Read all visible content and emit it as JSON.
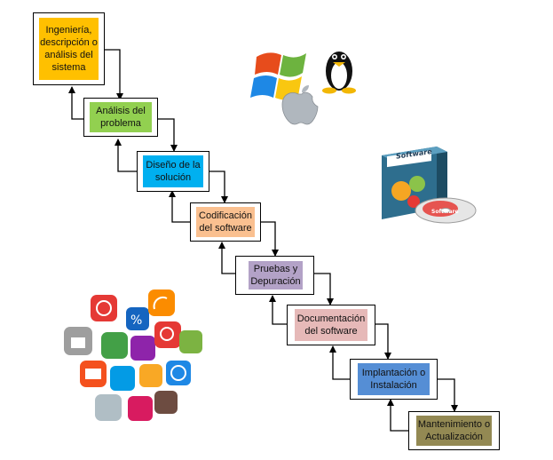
{
  "steps": [
    {
      "text": "Ingeniería, descripción o análisis del sistema",
      "color": "#FFC000"
    },
    {
      "text": "Análisis del problema",
      "color": "#92D050"
    },
    {
      "text": "Diseño de la solución",
      "color": "#00B0F0"
    },
    {
      "text": "Codificación del software",
      "color": "#FAC090"
    },
    {
      "text": "Pruebas y Depuración",
      "color": "#B3A2C7"
    },
    {
      "text": "Documentación del software",
      "color": "#E6B9B8"
    },
    {
      "text": "Implantación o Instalación",
      "color": "#558ED5"
    },
    {
      "text": "Mantenimiento o Actualización",
      "color": "#938953"
    }
  ],
  "software_box": {
    "label": "Software",
    "disc_label": "Software"
  },
  "icons": [
    "windows-logo-icon",
    "linux-tux-icon",
    "apple-logo-icon",
    "software-box-icon",
    "app-icons-cluster-icon"
  ]
}
